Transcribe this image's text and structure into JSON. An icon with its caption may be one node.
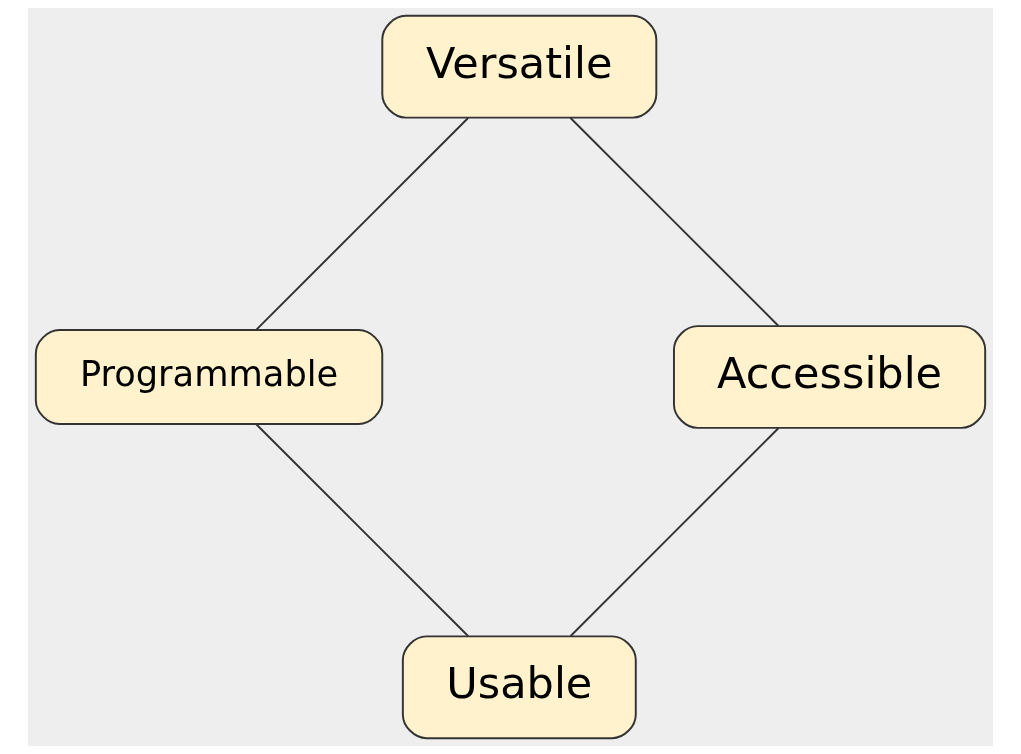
{
  "diagram": {
    "nodes": [
      {
        "text": [
          "Usable"
        ]
      },
      {
        "text": [
          "Accessible"
        ]
      },
      {
        "text": [
          "Programmable"
        ]
      },
      {
        "text": [
          "Versatile"
        ]
      }
    ],
    "edges": [
      {
        "from": 0,
        "to": 2,
        "arrow": "none"
      },
      {
        "from": 2,
        "to": 3,
        "arrow": "none"
      },
      {
        "from": 3,
        "to": 1,
        "arrow": "none"
      },
      {
        "from": 1,
        "to": 0,
        "arrow": "none"
      }
    ]
  }
}
